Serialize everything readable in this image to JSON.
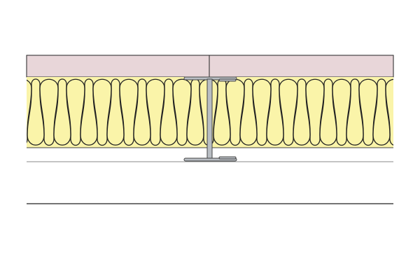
{
  "diagram": {
    "type": "construction-section",
    "layers": [
      {
        "name": "board-layer",
        "color": "#e8d6d9"
      },
      {
        "name": "insulation-layer",
        "color": "#faf4a9"
      },
      {
        "name": "cavity",
        "color": "#ffffff"
      }
    ],
    "stud": {
      "name": "steel-i-stud",
      "color": "#b9bec3"
    },
    "line_color": "#222222",
    "lower_line_color": "#888888"
  }
}
